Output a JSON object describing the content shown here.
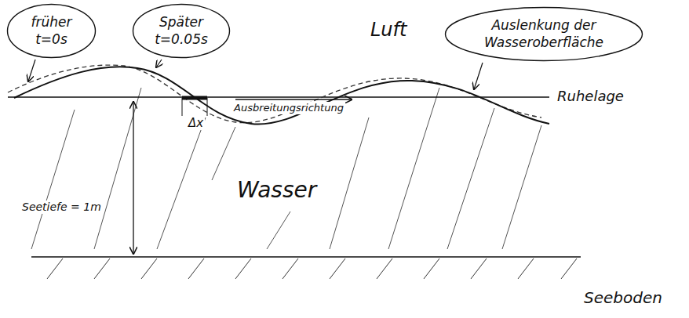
{
  "diagram": {
    "nodes": [
      {
        "text": [
          "früher t=0s"
        ]
      },
      {
        "text": [
          "Später t=0.05s"
        ]
      },
      {
        "text": [
          "Auslenkung der Wasseroberfläche"
        ]
      }
    ],
    "labels": [
      "Luft",
      "Ausbreitungsrichtung",
      "Ruhelage",
      "Δx",
      "Wasser",
      "Seetiefe = 1m",
      "Seeboden"
    ]
  }
}
